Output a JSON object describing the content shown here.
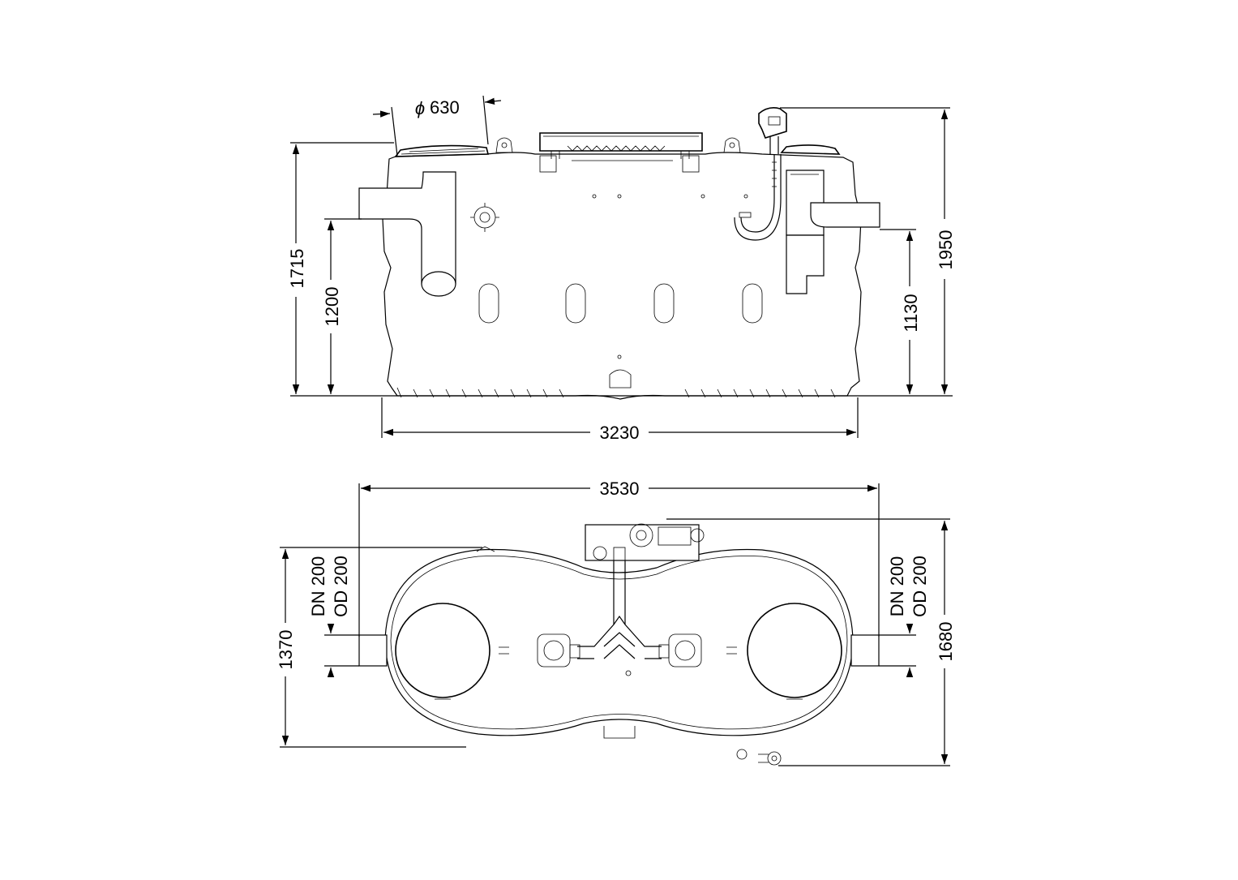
{
  "dimensions": {
    "manhole_diameter": "630",
    "height_total_side": "1950",
    "height_body": "1715",
    "inlet_height": "1200",
    "outlet_height": "1130",
    "length_side": "3230",
    "length_top": "3530",
    "width_body": "1370",
    "width_total": "1680",
    "pipe_left_dn": "DN 200",
    "pipe_left_od": "OD 200",
    "pipe_right_dn": "DN 200",
    "pipe_right_od": "OD 200"
  },
  "symbols": {
    "diameter": "ϕ"
  }
}
